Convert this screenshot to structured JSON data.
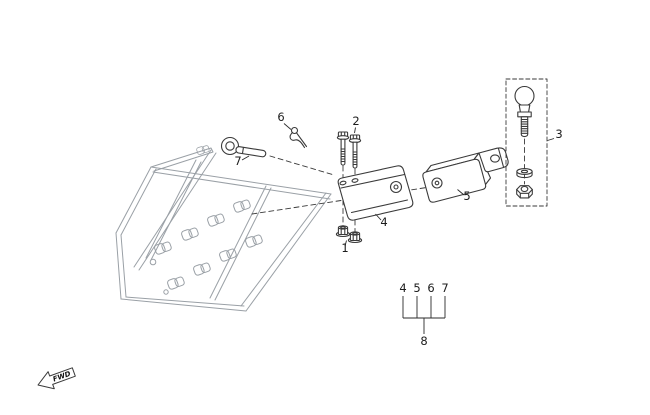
{
  "diagram": {
    "fwd_label": "FWD",
    "callouts": {
      "item1": "1",
      "item2": "2",
      "item3": "3",
      "item4": "4",
      "item5": "5",
      "item6": "6",
      "item7": "7"
    },
    "legend": {
      "items": [
        "4",
        "5",
        "6",
        "7"
      ],
      "group_label": "8"
    },
    "colors": {
      "part_line": "#3a3a3a",
      "frame_line": "#9aa0a6",
      "leader_line": "#2b2b2b",
      "background": "#ffffff"
    }
  }
}
